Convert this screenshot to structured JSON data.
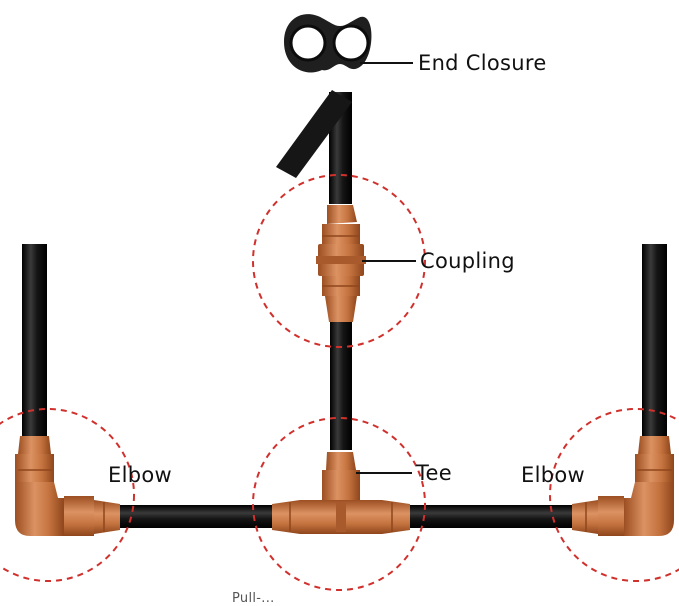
{
  "labels": {
    "end_closure": "End Closure",
    "coupling": "Coupling",
    "tee": "Tee",
    "elbow_left": "Elbow",
    "elbow_right": "Elbow",
    "bottom_caption": "Pull-..."
  },
  "colors": {
    "pipe": "#141414",
    "fitting": "#c4733f",
    "fitting_dark": "#a85a2c",
    "fitting_light": "#dc9262",
    "circle": "#d0312d",
    "end_closure": "#222222",
    "leader": "#111111",
    "background": "#ffffff"
  }
}
